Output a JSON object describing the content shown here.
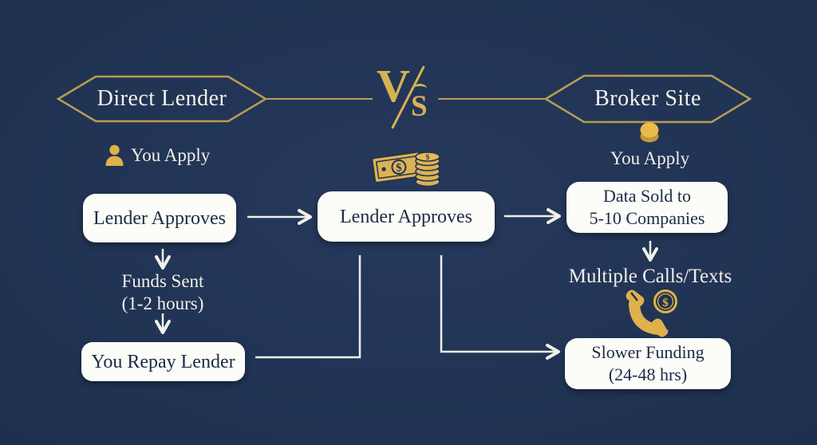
{
  "title": "Direct Lender vs Broker Site flow comparison",
  "colors": {
    "background": "#203353",
    "gold_border": "#ba9c52",
    "gold_icon": "#dfb351",
    "box_background": "#fcfcf9",
    "box_text": "#1c2a45",
    "light_text": "#f1f0e8"
  },
  "header": {
    "left_title": "Direct Lender",
    "right_title": "Broker Site",
    "vs_v": "V",
    "vs_s": "S"
  },
  "left_column": {
    "icon": "person-icon",
    "apply_label": "You Apply",
    "step1": "Lender Approves",
    "step2_line1": "Funds Sent",
    "step2_line2": "(1-2 hours)",
    "step3": "You Repay Lender"
  },
  "middle_column": {
    "icon": "money-bill-coins-icon",
    "step1": "Lender Approves"
  },
  "right_column": {
    "icon_apply": "coin-icon",
    "apply_label": "You Apply",
    "step1_line1": "Data Sold to",
    "step1_line2": "5-10 Companies",
    "step2": "Multiple Calls/Texts",
    "icon_calls": "phone-dollar-icon",
    "step3_line1": "Slower Funding",
    "step3_line2": "(24-48 hrs)"
  }
}
